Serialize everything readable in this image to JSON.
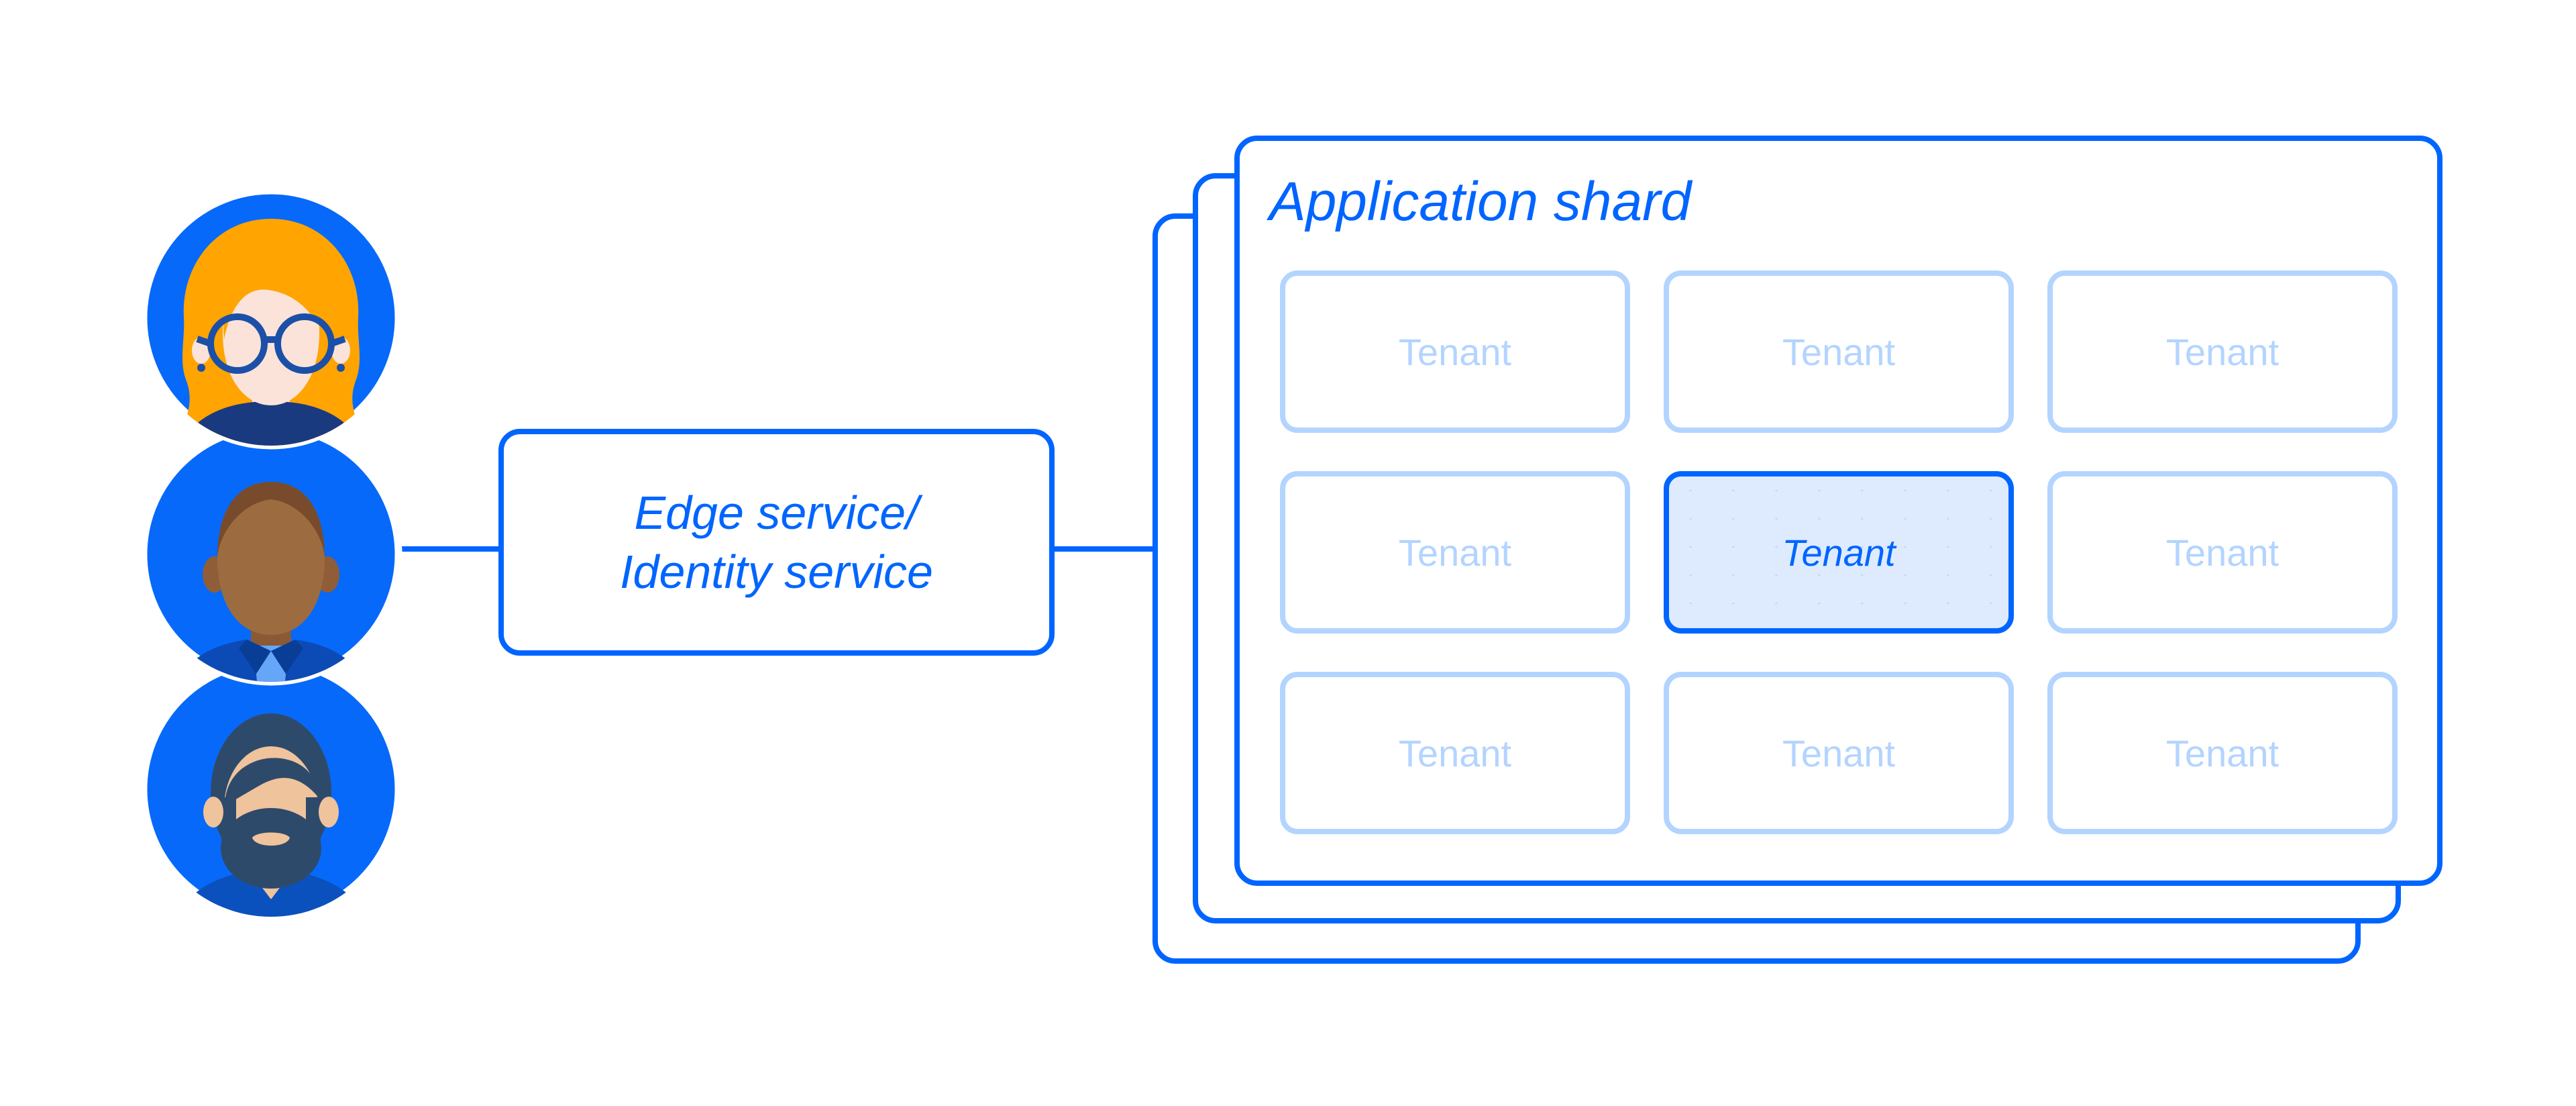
{
  "users": {
    "items": [
      {
        "id": "user-woman-glasses"
      },
      {
        "id": "user-man-bald"
      },
      {
        "id": "user-man-beard"
      }
    ]
  },
  "edge_service": {
    "line1": "Edge service/",
    "line2": "Identity service"
  },
  "shard": {
    "title": "Application shard",
    "tenants": [
      {
        "label": "Tenant",
        "highlighted": false
      },
      {
        "label": "Tenant",
        "highlighted": false
      },
      {
        "label": "Tenant",
        "highlighted": false
      },
      {
        "label": "Tenant",
        "highlighted": false
      },
      {
        "label": "Tenant",
        "highlighted": true
      },
      {
        "label": "Tenant",
        "highlighted": false
      },
      {
        "label": "Tenant",
        "highlighted": false
      },
      {
        "label": "Tenant",
        "highlighted": false
      },
      {
        "label": "Tenant",
        "highlighted": false
      }
    ]
  },
  "colors": {
    "primary_blue": "#0065FF",
    "light_blue": "#B3D4FF",
    "highlight_fill": "#DEEBFF",
    "avatar_circle": "#0669FA"
  }
}
